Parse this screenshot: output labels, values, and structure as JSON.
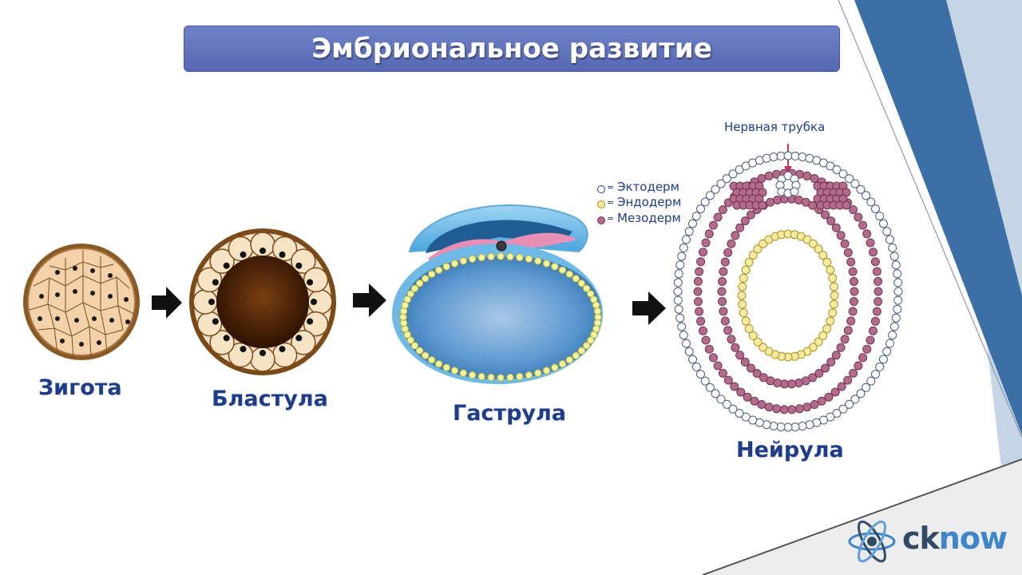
{
  "title": "Эмбриональное развитие",
  "stages": {
    "zygote": "Зигота",
    "blastula": "Бластула",
    "gastrula": "Гаструла",
    "neurula": "Нейрула"
  },
  "neurula": {
    "neural_tube": "Нервная трубка",
    "legend": [
      {
        "label": "Эктодерм",
        "color": "#ffffff",
        "border": "#2c3e70"
      },
      {
        "label": "Эндодерм",
        "color": "#f6e9a0",
        "border": "#a69524"
      },
      {
        "label": "Мезодерм",
        "color": "#b46a8a",
        "border": "#6e3551"
      }
    ],
    "legend_eq": "="
  },
  "logo": {
    "prefix": "ck",
    "accent": "now"
  },
  "colors": {
    "title_bg": "#5b6db8",
    "label": "#1f3c88",
    "zygote": "#f3d2aa",
    "blastula_rim": "#f6e2c4",
    "blastula_core": "#5a2a0a",
    "gastrula_body": "#3d82c4",
    "mesoderm": "#b46a8a",
    "endoderm": "#f6e9a0",
    "deco_dark": "#3b6fa6",
    "deco_light": "#c5d5e6"
  }
}
